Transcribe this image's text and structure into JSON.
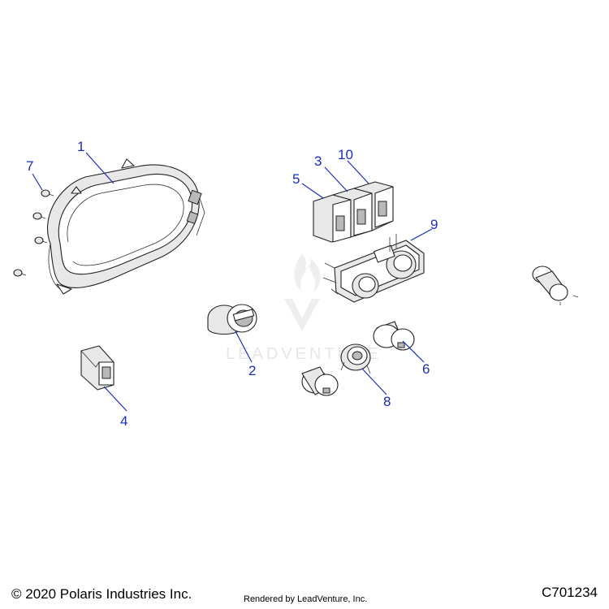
{
  "watermark": {
    "text": "LEADVENTURE",
    "color": "#e6e6e6"
  },
  "callouts": [
    {
      "id": "1",
      "label": "1"
    },
    {
      "id": "2",
      "label": "2"
    },
    {
      "id": "3",
      "label": "3"
    },
    {
      "id": "4",
      "label": "4"
    },
    {
      "id": "5",
      "label": "5"
    },
    {
      "id": "6",
      "label": "6"
    },
    {
      "id": "7",
      "label": "7"
    },
    {
      "id": "8",
      "label": "8"
    },
    {
      "id": "9",
      "label": "9"
    },
    {
      "id": "10",
      "label": "10"
    }
  ],
  "colors": {
    "callout": "#1a2dbb",
    "line_art": "#222222"
  },
  "footer": {
    "copyright": "© 2020 Polaris Industries Inc.",
    "rendered_by": "Rendered by LeadVenture, Inc.",
    "diagram_code": "C701234"
  }
}
